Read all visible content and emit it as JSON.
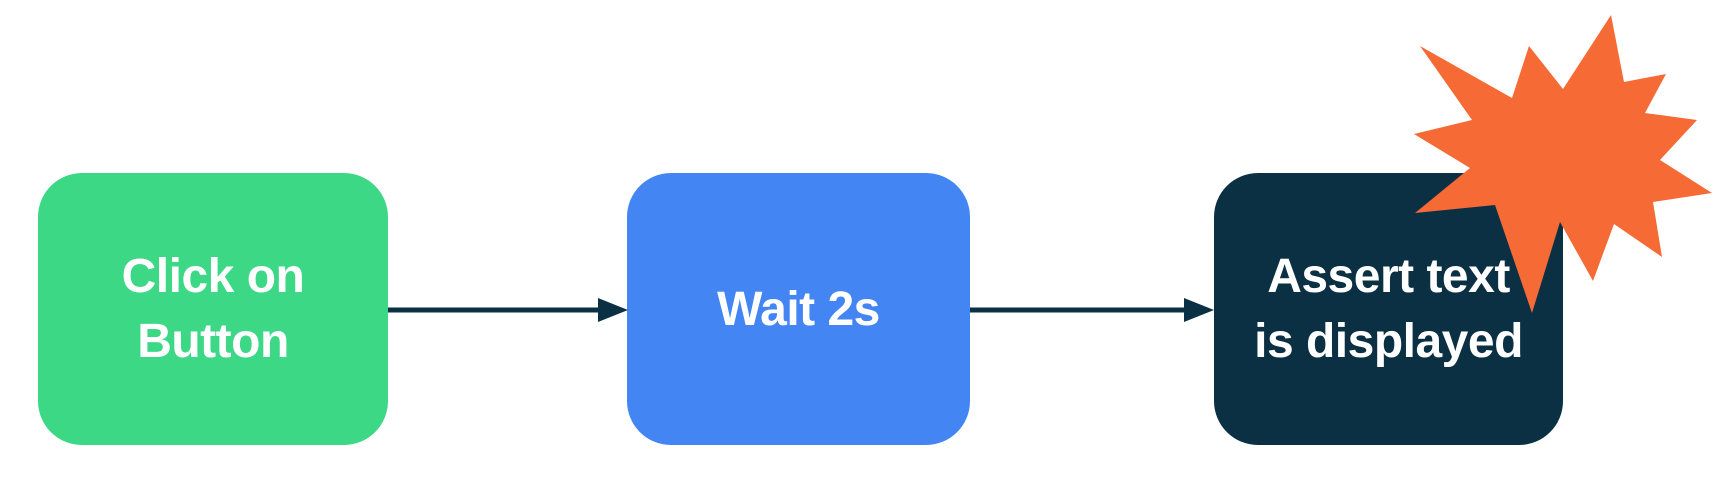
{
  "diagram": {
    "background_color": "#ffffff",
    "arrow_color": "#0b3044",
    "text_color": "#ffffff",
    "nodes": [
      {
        "lines": [
          "Click on",
          "Button"
        ],
        "color": "#3cd886"
      },
      {
        "lines": [
          "Wait 2s"
        ],
        "color": "#4385f3"
      },
      {
        "lines": [
          "Assert text",
          "is displayed"
        ],
        "color": "#0b3044"
      }
    ],
    "burst": {
      "color": "#f66a35"
    }
  }
}
